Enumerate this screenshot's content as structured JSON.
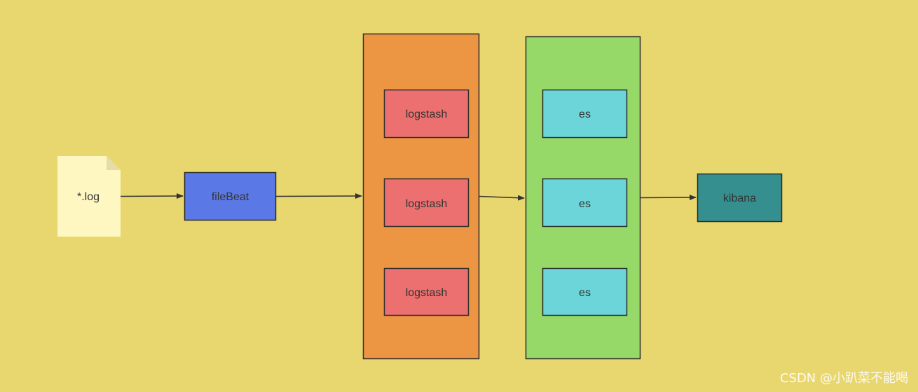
{
  "diagram": {
    "nodes": {
      "log_file": {
        "label": "*.log",
        "color": "#fff7c2"
      },
      "filebeat": {
        "label": "fileBeat",
        "color": "#5b79e6"
      },
      "logstash_group": {
        "color": "#ec9644"
      },
      "logstash": [
        {
          "label": "logstash",
          "color": "#ec7070"
        },
        {
          "label": "logstash",
          "color": "#ec7070"
        },
        {
          "label": "logstash",
          "color": "#ec7070"
        }
      ],
      "es_group": {
        "color": "#97d968"
      },
      "es": [
        {
          "label": "es",
          "color": "#6bd5d9"
        },
        {
          "label": "es",
          "color": "#6bd5d9"
        },
        {
          "label": "es",
          "color": "#6bd5d9"
        }
      ],
      "kibana": {
        "label": "kibana",
        "color": "#358f8f"
      }
    },
    "edges": [
      {
        "from": "*.log",
        "to": "fileBeat"
      },
      {
        "from": "fileBeat",
        "to": "logstash"
      },
      {
        "from": "logstash",
        "to": "es"
      },
      {
        "from": "es",
        "to": "kibana"
      }
    ]
  },
  "watermark": "CSDN @小趴菜不能喝"
}
